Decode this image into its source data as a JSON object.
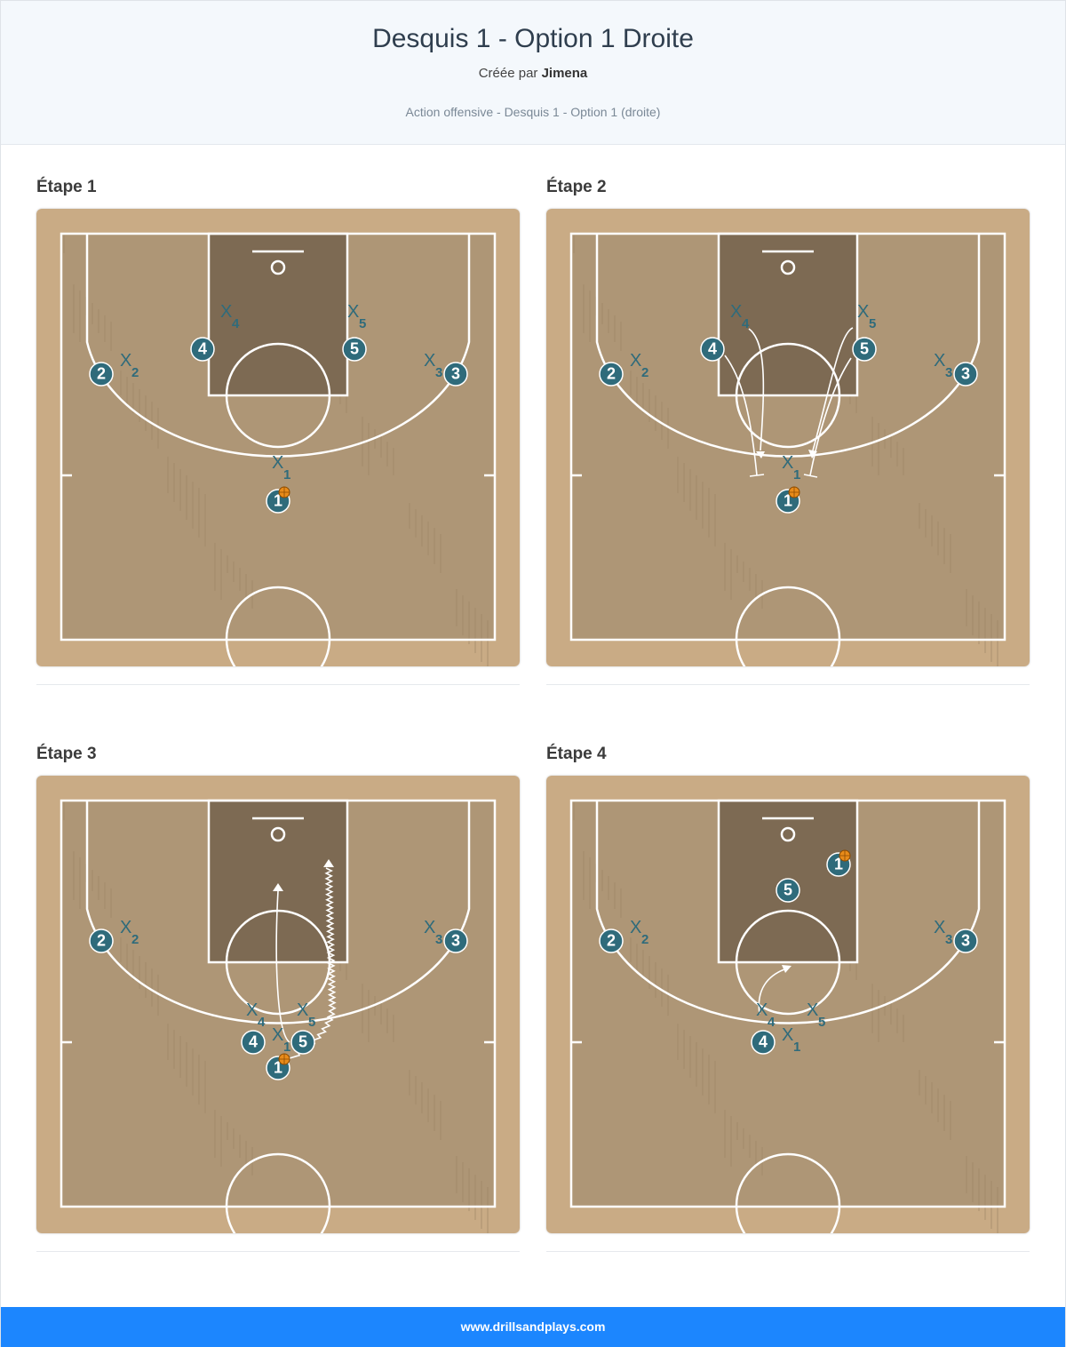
{
  "header": {
    "title": "Desquis 1 - Option 1 Droite",
    "author_prefix": "Créée par",
    "author": "Jimena",
    "subtitle": "Action offensive - Desquis 1 - Option 1 (droite)"
  },
  "steps": [
    {
      "label": "Étape 1"
    },
    {
      "label": "Étape 2"
    },
    {
      "label": "Étape 3"
    },
    {
      "label": "Étape 4"
    }
  ],
  "footer": {
    "text": "www.drillsandplays.com"
  },
  "colors": {
    "player": "#2f6b7b",
    "defender": "#2f6b7b",
    "court_light": "#c9ab85",
    "court_paint": "#7d6a53",
    "footer": "#1c86fe"
  },
  "icons": {
    "ball": "ball-icon",
    "basket": "basket-icon"
  },
  "diagram_labels": {
    "players": [
      "1",
      "2",
      "3",
      "4",
      "5"
    ],
    "defender_mark": "X",
    "defenders": [
      "1",
      "2",
      "3",
      "4",
      "5"
    ]
  }
}
